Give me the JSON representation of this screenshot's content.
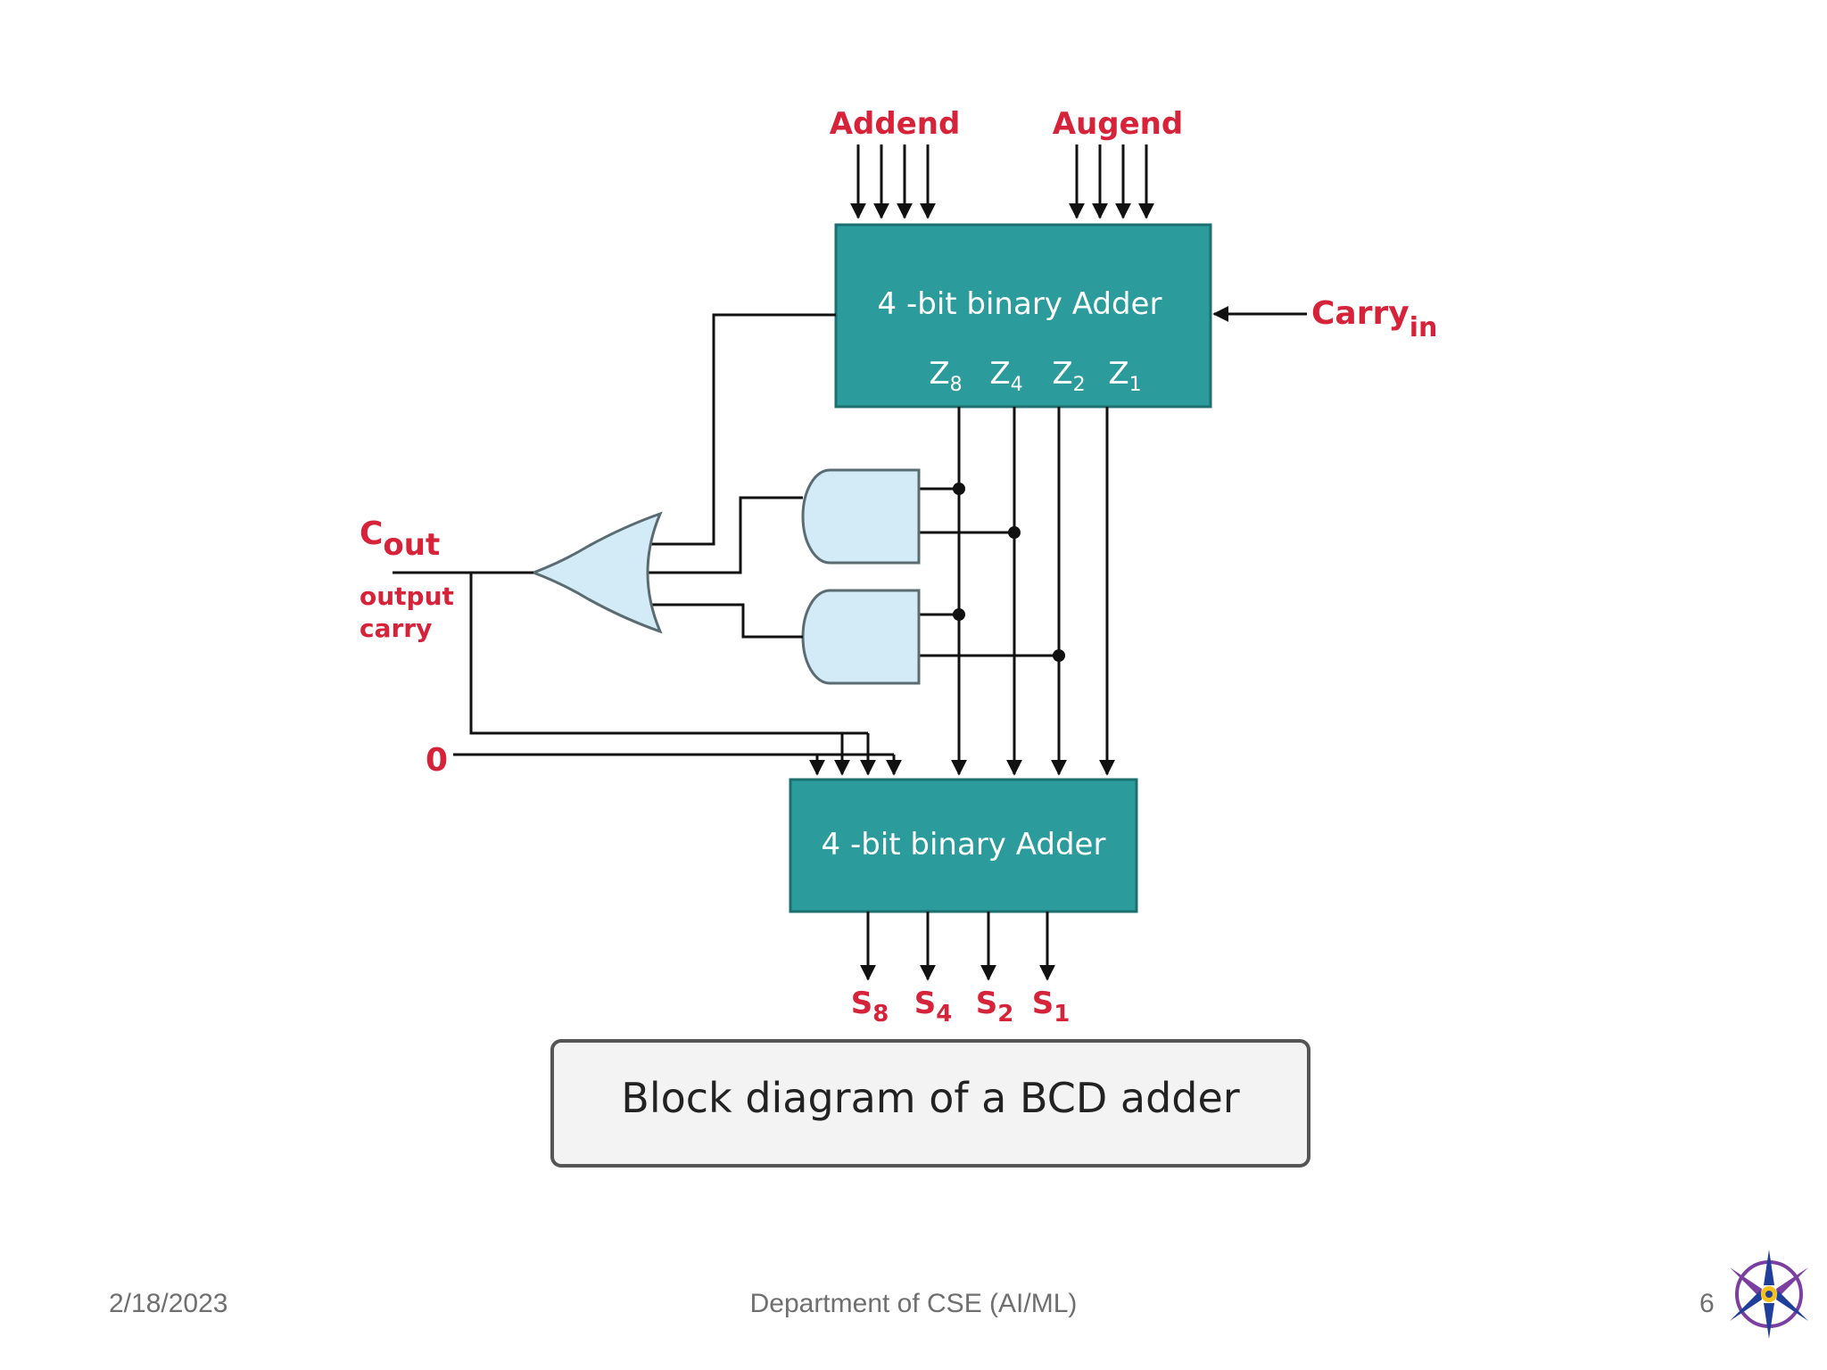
{
  "inputs": {
    "addend": "Addend",
    "augend": "Augend",
    "carry_in_main": "Carry",
    "carry_in_sub": "in",
    "zero": "0"
  },
  "adders": {
    "top_label": "4 -bit binary Adder",
    "bottom_label": "4 -bit binary Adder",
    "z_outputs": [
      {
        "main": "Z",
        "sub": "8"
      },
      {
        "main": "Z",
        "sub": "4"
      },
      {
        "main": "Z",
        "sub": "2"
      },
      {
        "main": "Z",
        "sub": "1"
      }
    ]
  },
  "carry_out": {
    "main": "C",
    "sub": "out",
    "description_line1": "output",
    "description_line2": "carry"
  },
  "sum_outputs": [
    {
      "main": "S",
      "sub": "8"
    },
    {
      "main": "S",
      "sub": "4"
    },
    {
      "main": "S",
      "sub": "2"
    },
    {
      "main": "S",
      "sub": "1"
    }
  ],
  "caption": "Block diagram of a BCD adder",
  "footer": {
    "date": "2/18/2023",
    "department": "Department of CSE (AI/ML)",
    "page": "6"
  },
  "colors": {
    "adder_fill": "#2b9b9c",
    "gate_fill": "#d3ebf6",
    "label_red": "#d6233a"
  }
}
